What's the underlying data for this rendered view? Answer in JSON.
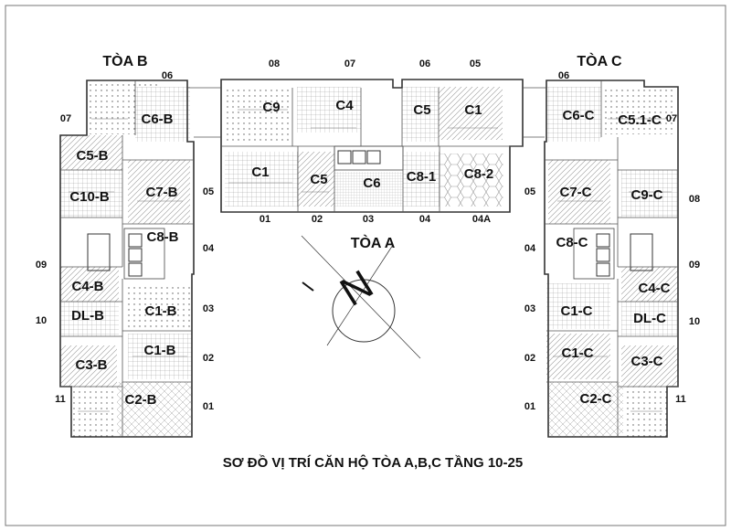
{
  "title": "SƠ ĐỒ VỊ TRÍ CĂN HỘ TÒA A,B,C TẦNG 10-25",
  "compass": {
    "north_letter": "N"
  },
  "towers": {
    "A": {
      "name": "TÒA A",
      "apartments": [
        "C9",
        "C4",
        "C5",
        "C1",
        "C1",
        "C5",
        "C6",
        "C8-1",
        "C8-2"
      ],
      "numbers": [
        "08",
        "07",
        "06",
        "05",
        "01",
        "02",
        "03",
        "04",
        "04A"
      ]
    },
    "B": {
      "name": "TÒA B",
      "apartments": [
        "C6-B",
        "C5-B",
        "C10-B",
        "C7-B",
        "C8-B",
        "C4-B",
        "DL-B",
        "C1-B",
        "C1-B",
        "C3-B",
        "C2-B"
      ],
      "numbers": [
        "06",
        "07",
        "05",
        "04",
        "09",
        "03",
        "10",
        "02",
        "01",
        "11"
      ]
    },
    "C": {
      "name": "TÒA C",
      "apartments": [
        "C6-C",
        "C5.1-C",
        "C7-C",
        "C9-C",
        "C8-C",
        "C4-C",
        "C1-C",
        "DL-C",
        "C1-C",
        "C3-C",
        "C2-C"
      ],
      "numbers": [
        "06",
        "07",
        "05",
        "08",
        "04",
        "09",
        "03",
        "10",
        "02",
        "01",
        "11"
      ]
    }
  }
}
